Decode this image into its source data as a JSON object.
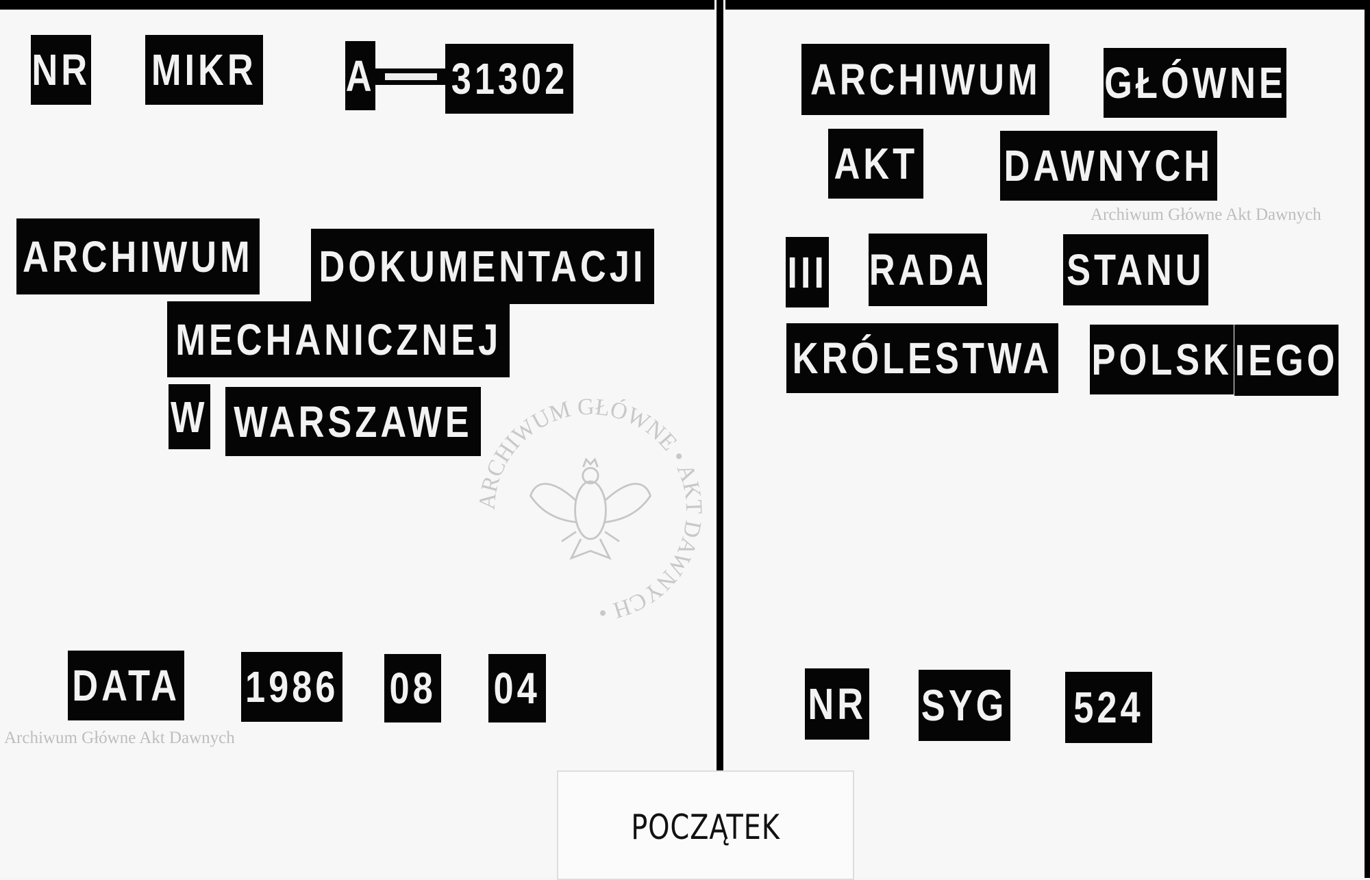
{
  "left_card": {
    "nr_label": "NR",
    "mikr_label": "MIKR",
    "series_letter": "A",
    "microfilm_number": "31302",
    "institution_line1_a": "ARCHIWUM",
    "institution_line1_b": "DOKUMENTACJI",
    "institution_line2": "MECHANICZNEJ",
    "institution_line3_a": "W",
    "institution_line3_b": "WARSZAWE",
    "date_label": "DATA",
    "date_year": "1986",
    "date_month": "08",
    "date_day": "04"
  },
  "right_card": {
    "archive_line1_a": "ARCHIWUM",
    "archive_line1_b": "GŁÓWNE",
    "archive_line2_a": "AKT",
    "archive_line2_b": "DAWNYCH",
    "fond_line1_a": "III",
    "fond_line1_b": "RADA",
    "fond_line1_c": "STANU",
    "fond_line2_a": "KRÓLESTWA",
    "fond_line2_b": "POLSK",
    "fond_line2_c": "IEGO",
    "nr_label": "NR",
    "syg_label": "SYG",
    "signature_number": "524"
  },
  "watermarks": {
    "text_right": "Archiwum Główne Akt Dawnych",
    "text_left": "Archiwum Główne Akt Dawnych",
    "seal_text": "ARCHIWUM GŁÓWNE • AKT DAWNYCH •"
  },
  "slip": {
    "label": "POCZĄTEK"
  },
  "colors": {
    "tile": "#050505",
    "letters": "#f2f2f2",
    "paper": "#f7f7f7",
    "watermark": "#aaaaaa"
  }
}
